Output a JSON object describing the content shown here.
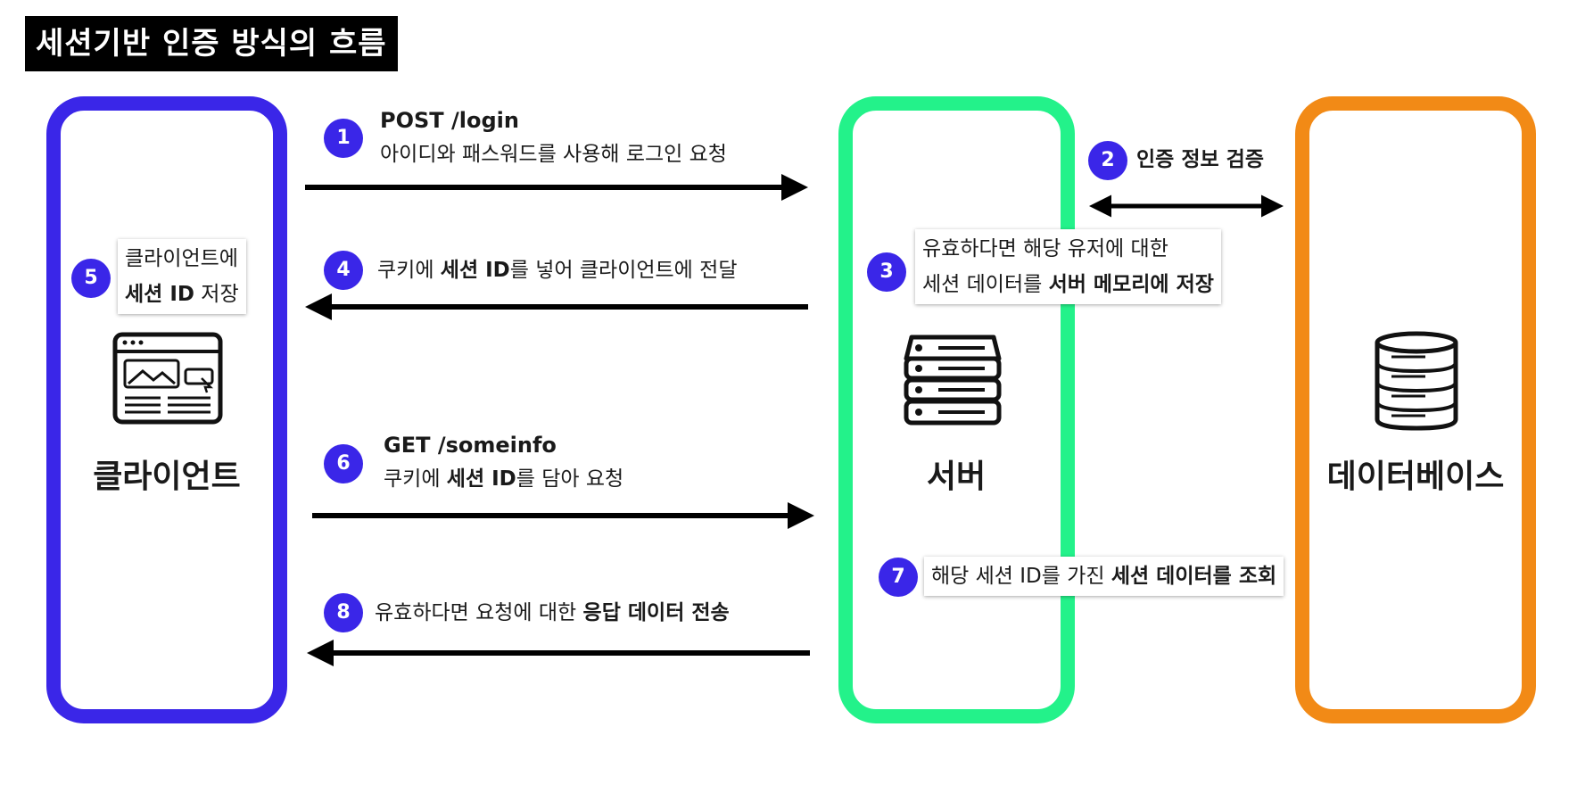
{
  "title": "세션기반 인증 방식의 흐름",
  "entities": {
    "client": "클라이언트",
    "server": "서버",
    "database": "데이터베이스"
  },
  "steps": {
    "s1": {
      "num": "1",
      "line1": "POST /login",
      "line2": "아이디와 패스워드를 사용해 로그인 요청"
    },
    "s2": {
      "num": "2",
      "text": "인증 정보 검증"
    },
    "s3": {
      "num": "3",
      "line1": "유효하다면 해당 유저에 대한",
      "line2_pre": "세션 데이터를 ",
      "line2_bold": "서버 메모리에 저장"
    },
    "s4": {
      "num": "4",
      "pre": "쿠키에 ",
      "bold": "세션 ID",
      "post": "를 넣어 클라이언트에 전달"
    },
    "s5": {
      "num": "5",
      "line1": "클라이언트에",
      "line2_bold": "세션 ID",
      "line2_post": " 저장"
    },
    "s6": {
      "num": "6",
      "line1": "GET /someinfo",
      "pre": "쿠키에 ",
      "bold": "세션 ID",
      "post": "를 담아 요청"
    },
    "s7": {
      "num": "7",
      "pre": "해당 세션 ID를 가진 ",
      "bold": "세션 데이터를 조회"
    },
    "s8": {
      "num": "8",
      "pre": "유효하다면 요청에 대한 ",
      "bold": "응답 데이터 전송"
    }
  }
}
